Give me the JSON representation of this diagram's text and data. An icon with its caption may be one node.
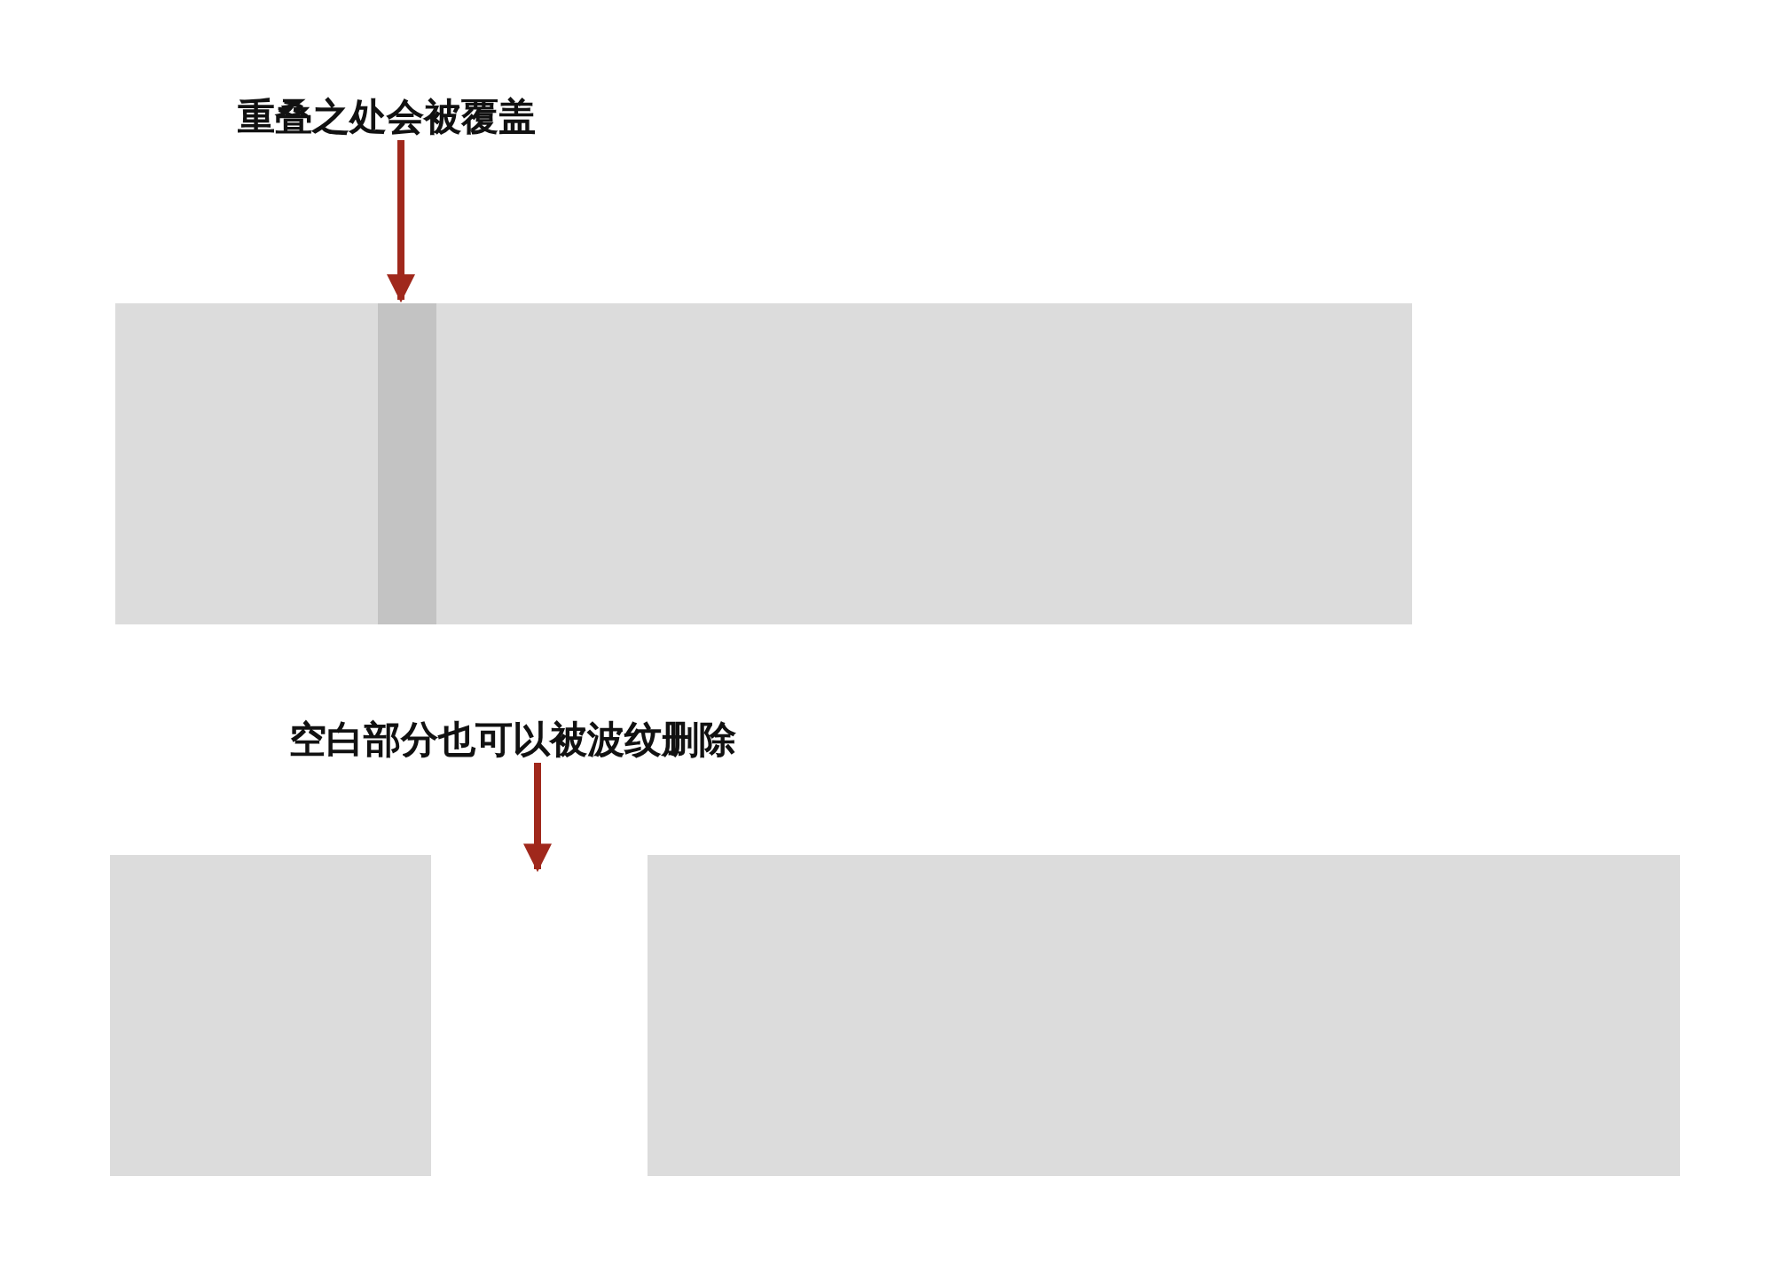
{
  "diagram": {
    "nodes": [
      {
        "text": [
          "重叠之处会被覆盖"
        ]
      },
      {
        "text": [],
        "shape": "box"
      },
      {
        "text": [],
        "shape": "box"
      },
      {
        "text": [],
        "shape": "bar"
      },
      {
        "text": [
          "空白部分也可以被波纹删除"
        ]
      },
      {
        "text": [],
        "shape": "box"
      },
      {
        "text": [],
        "shape": "box"
      }
    ],
    "edges": [
      {
        "from": 0,
        "to": 3,
        "arrow": "to",
        "color": "#a0281c"
      },
      {
        "from": 4,
        "to": null,
        "arrow": "to",
        "color": "#a0281c"
      }
    ]
  }
}
